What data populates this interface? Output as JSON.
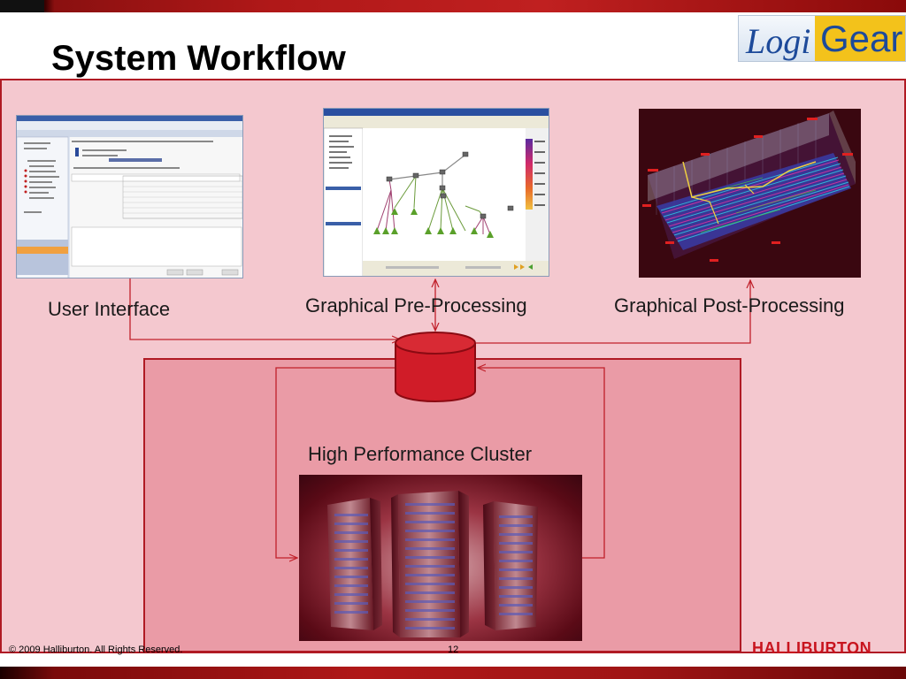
{
  "slide": {
    "title": "System Workflow",
    "logo_text_1": "Logi",
    "logo_text_2": "Gear"
  },
  "nodes": {
    "user_interface": "User Interface",
    "pre_processing": "Graphical Pre-Processing",
    "post_processing": "Graphical Post-Processing",
    "cluster": "High Performance Cluster"
  },
  "footer": {
    "copyright": "© 2009 Halliburton. All Rights Reserved.",
    "page_number": "12",
    "brand": "HALLIBURTON"
  },
  "colors": {
    "accent_red": "#b01a24",
    "panel_pink": "#f4c8cf",
    "cluster_pink": "#ea9ba6",
    "database_red": "#d01c28",
    "logo_blue": "#1d4a9a",
    "logo_yellow": "#f3c21b"
  }
}
